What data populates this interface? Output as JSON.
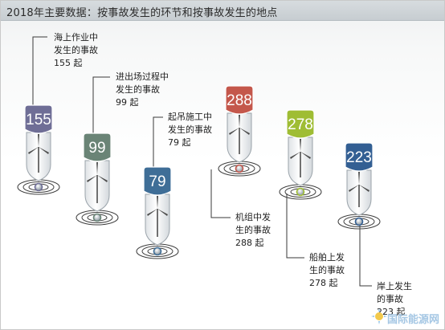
{
  "title": "2018年主要数据：按事故发生的环节和按事故发生的地点",
  "colors": {
    "gray_purple": "#6f6e96",
    "gray_green": "#6a8476",
    "blue": "#3f6e97",
    "red": "#c4574b",
    "lime": "#9fbd34",
    "navy": "#335f93"
  },
  "markers": [
    {
      "value": "155",
      "color": "#6f6e96",
      "label": [
        "海上作业中",
        "发生的事故",
        "155 起"
      ]
    },
    {
      "value": "99",
      "color": "#6a8476",
      "label": [
        "进出场过程中",
        "发生的事故",
        "99 起"
      ]
    },
    {
      "value": "79",
      "color": "#3f6e97",
      "label": [
        "起吊施工中",
        "发生的事故",
        "79 起"
      ]
    },
    {
      "value": "288",
      "color": "#c4574b",
      "label": [
        "机组中发",
        "生的事故",
        "288 起"
      ]
    },
    {
      "value": "278",
      "color": "#9fbd34",
      "label": [
        "船舶上发",
        "生的事故",
        "278 起"
      ]
    },
    {
      "value": "223",
      "color": "#335f93",
      "label": [
        "岸上发生",
        "的事故",
        "223 起"
      ]
    }
  ],
  "watermark": "国际能源网"
}
